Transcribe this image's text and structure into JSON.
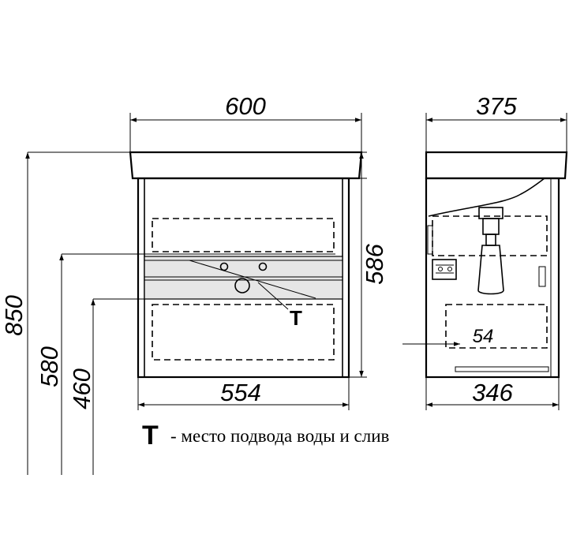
{
  "dimensions": {
    "top_width": "600",
    "side_depth_top": "375",
    "body_height": "586",
    "cabinet_width": "554",
    "cabinet_depth": "346",
    "total_height": "850",
    "drawer_height_upper": "580",
    "drawer_height_lower": "460",
    "side_offset": "54"
  },
  "legend": {
    "symbol": "T",
    "text": "- место подвода воды и слив"
  },
  "marker": {
    "label": "T"
  }
}
